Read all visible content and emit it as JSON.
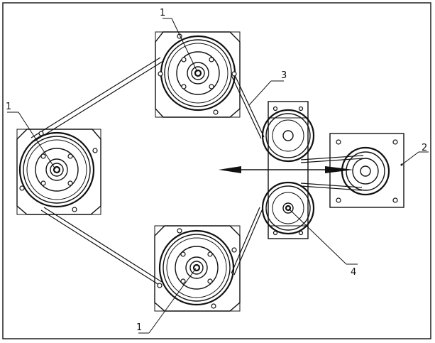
{
  "figure": {
    "border_color": "#000000",
    "line_color": "#111111",
    "background": "#ffffff"
  },
  "labels": {
    "pulley_top": "1",
    "pulley_left": "1",
    "pulley_bottom": "1",
    "motor": "2",
    "belt": "3",
    "tensioner": "4"
  }
}
